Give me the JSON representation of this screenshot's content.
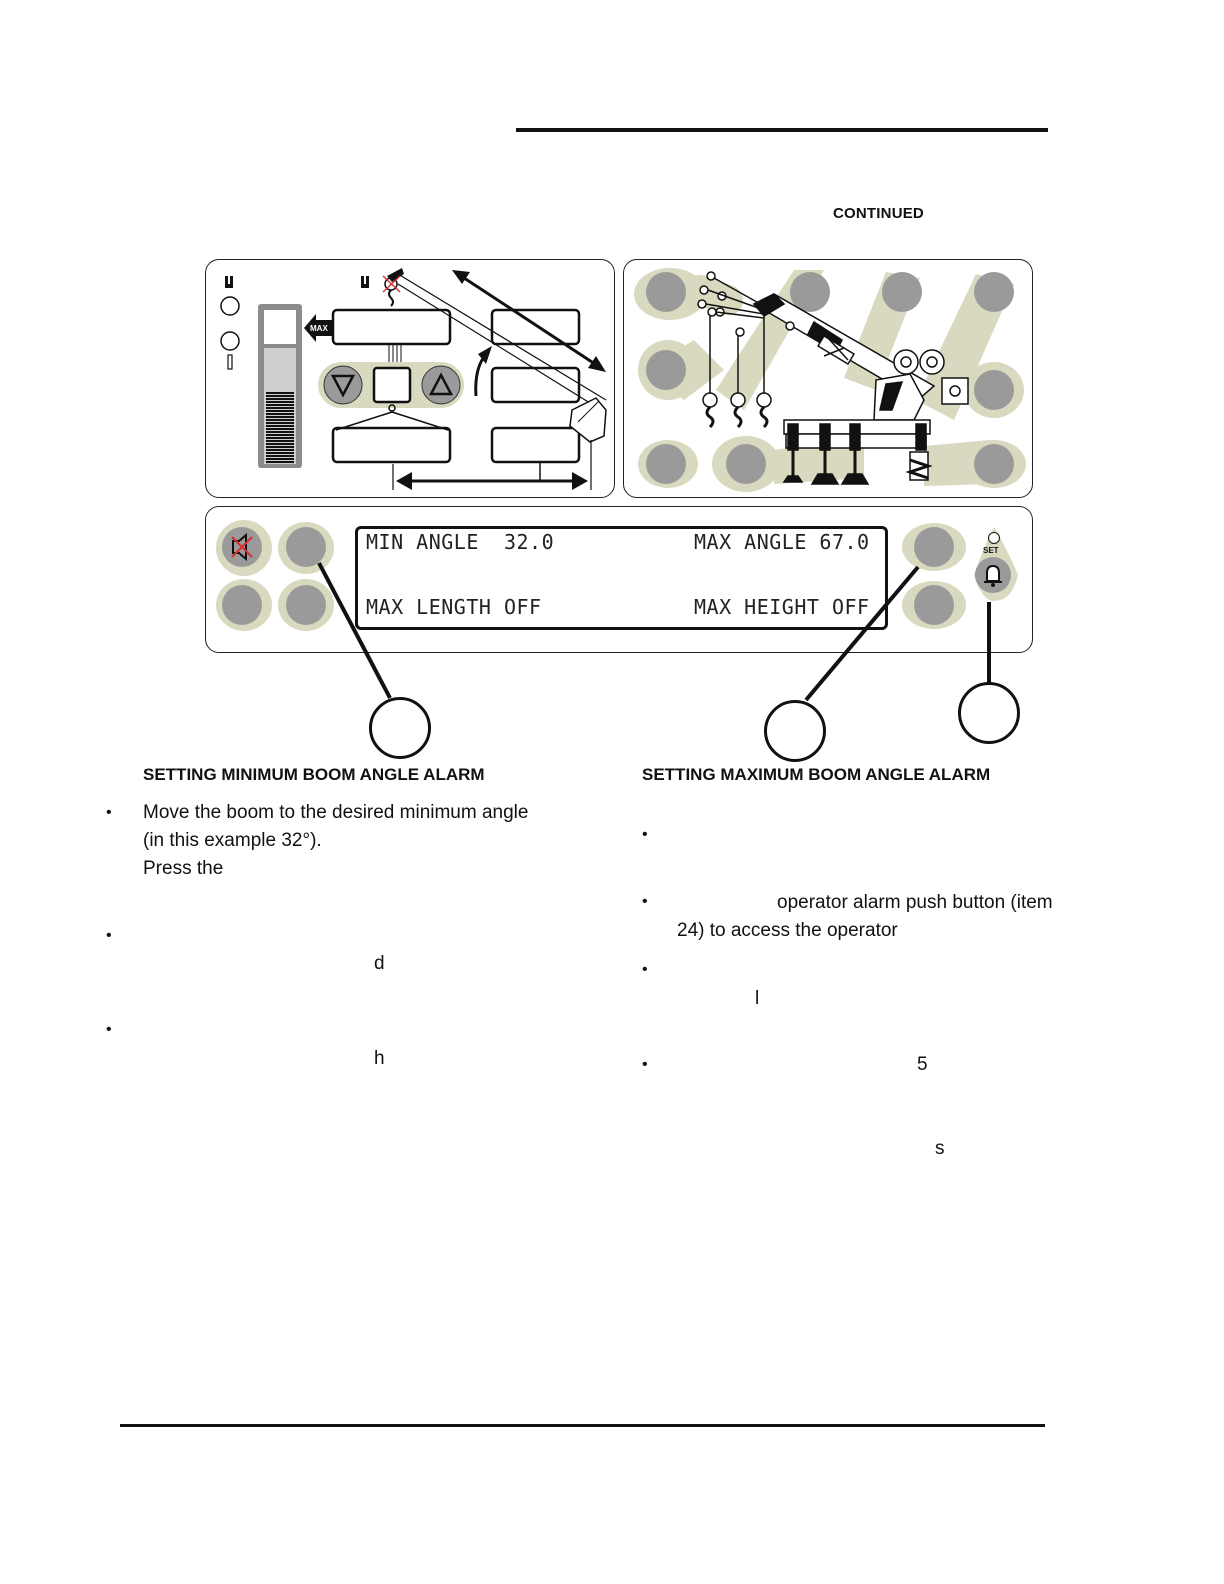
{
  "header": {
    "continued_label": "CONTINUED"
  },
  "panel_left": {
    "max_label": "MAX"
  },
  "display": {
    "line1_left": "MIN ANGLE  32.0",
    "line1_right": "MAX ANGLE 67.0",
    "line2_left": "MAX LENGTH OFF",
    "line2_right": "MAX HEIGHT OFF"
  },
  "set_label": "SET",
  "left_column": {
    "heading": "SETTING MINIMUM BOOM ANGLE ALARM",
    "bullet1_lines": [
      "Move the boom to the desired minimum angle",
      "(in this example 32°).",
      "Press the"
    ],
    "bullet2_fragment": "d",
    "bullet3_fragment": "h"
  },
  "right_column": {
    "heading": "SETTING MAXIMUM BOOM ANGLE ALARM",
    "bullet2_line1": "operator alarm push button (item",
    "bullet2_line2": "24) to access the operator",
    "bullet3_fragment": "l",
    "bullet4_fragment": "5",
    "trailing_fragment": "s"
  },
  "colors": {
    "pad": "#d9d9c0",
    "button": "#9a9a9a",
    "ink": "#111111",
    "alarm_red": "#d83030"
  }
}
